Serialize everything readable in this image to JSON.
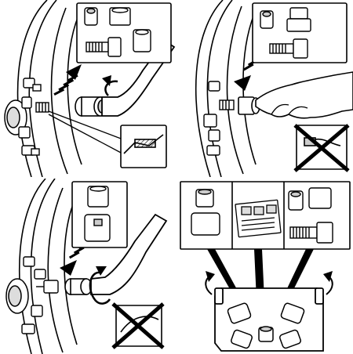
{
  "figure": {
    "panels": [
      {
        "id": "fitting-bolt-tool",
        "inset_parts": [
          "locking-nut",
          "adapter",
          "locking-bolt",
          "adapter"
        ],
        "crossed_out": false
      },
      {
        "id": "hand-inserting-adapter",
        "inset_parts": [
          "locking-nut",
          "adapter",
          "locking-bolt"
        ],
        "crossed_out": true
      },
      {
        "id": "fitting-nut-tool",
        "inset_parts": [
          "adapter",
          "locking-nut"
        ],
        "crossed_out": true
      },
      {
        "id": "kit-case-contents",
        "inset_parts": [
          "adapter-nut",
          "code-card",
          "locking-nut",
          "locking-bolt"
        ],
        "crossed_out": false
      }
    ],
    "colors": {
      "line": "#000000",
      "fill": "#ffffff",
      "shade": "#d9d9d9",
      "dark": "#1a1a1a"
    }
  }
}
